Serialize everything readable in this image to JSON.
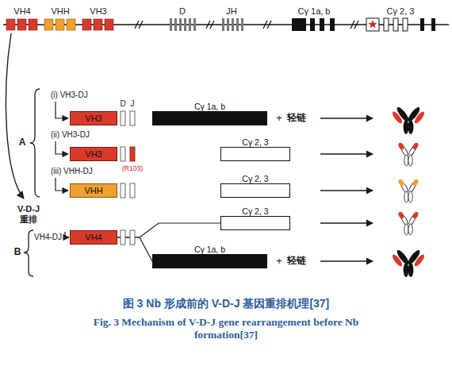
{
  "diagram": {
    "caption": "图 3 Nb 形成前的 V-D-J 基因重排机理[37]",
    "nodes": [
      {
        "text": [
          "VH3"
        ]
      },
      {
        "text": [
          "Cγ 1a, b"
        ]
      },
      {
        "text": [
          "VH3"
        ]
      },
      {
        "text": [
          "Cγ 2, 3"
        ]
      },
      {
        "text": [
          "VHH"
        ]
      },
      {
        "text": [
          "Cγ 2, 3"
        ]
      },
      {
        "text": [
          "VH4"
        ]
      },
      {
        "text": [
          "Cγ 2, 3"
        ]
      },
      {
        "text": [
          "Cγ 1a, b"
        ]
      }
    ],
    "edges": [
      {
        "from": 6,
        "to": 7,
        "arrow": "none"
      },
      {
        "from": 6,
        "to": 8,
        "arrow": "none"
      }
    ],
    "labels": [
      "VH4",
      "VHH",
      "VH3",
      "D",
      "JH",
      "Cγ 1a, b",
      "Cγ 2, 3",
      "V-D-J 重排",
      "A",
      "B",
      "(i) VH3-DJ",
      "D",
      "J",
      "+",
      "轻链",
      "(ii) VH3-DJ",
      "(R103)",
      "(iii) VHH-DJ",
      "VH4-DJ",
      "+",
      "轻链",
      "Fig. 3 Mechanism of V-D-J gene rearrangement before Nb formation[37]"
    ]
  }
}
